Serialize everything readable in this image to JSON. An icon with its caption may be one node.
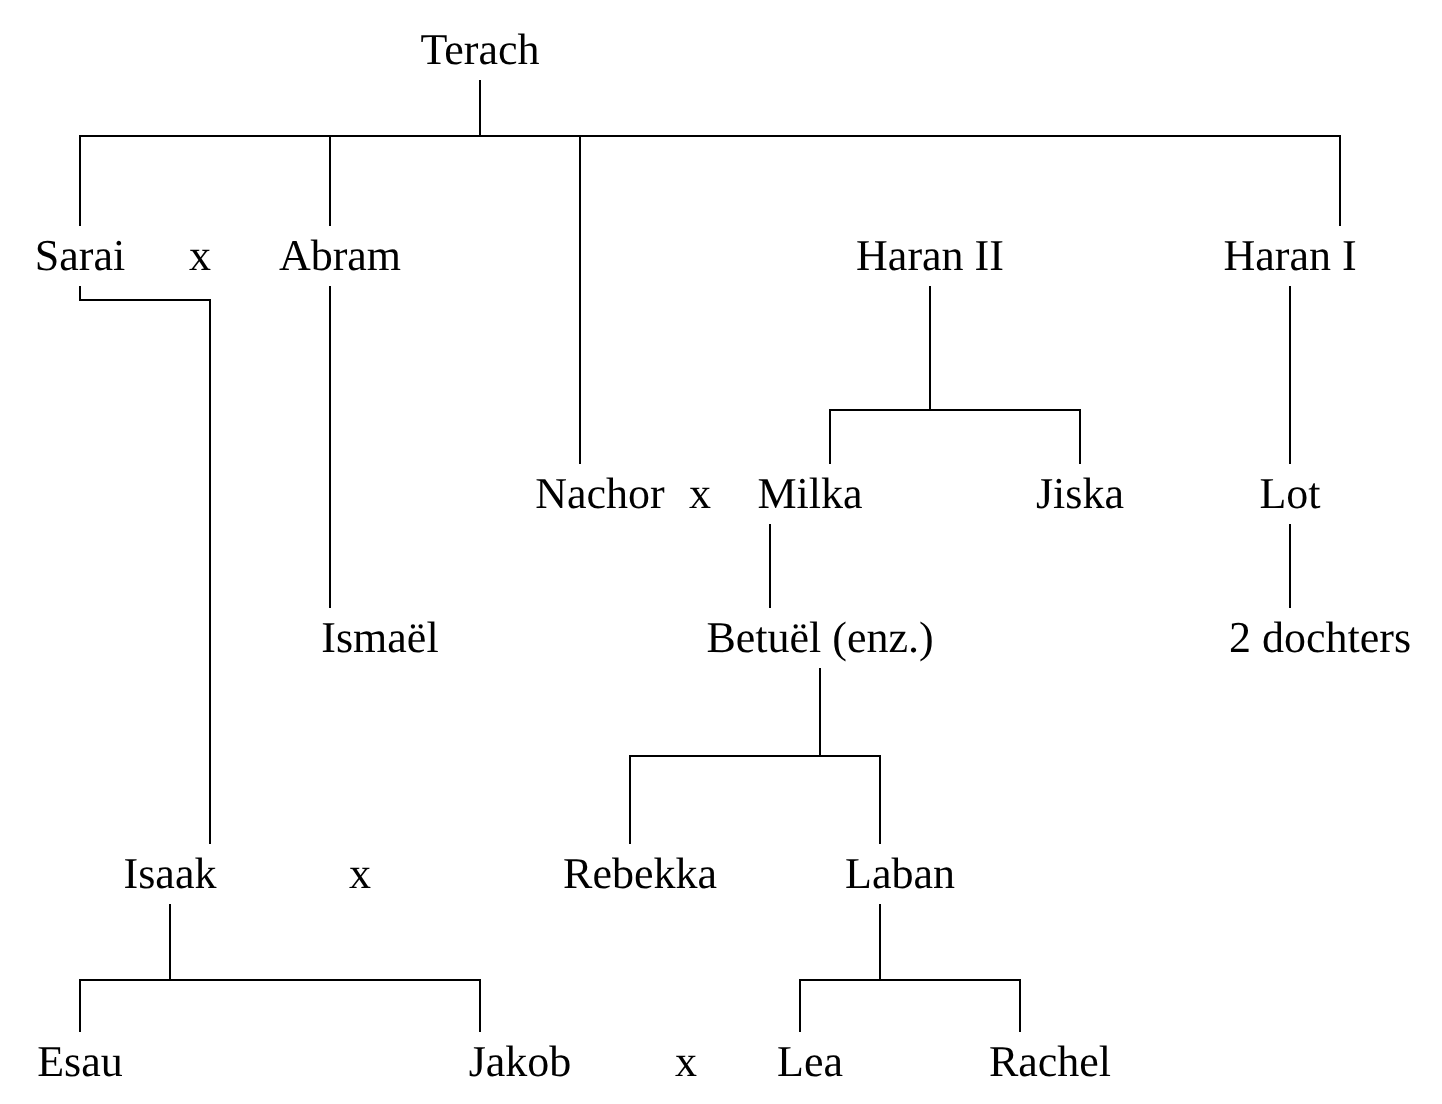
{
  "diagram": {
    "nodes": [
      {
        "text": [
          "Terach"
        ]
      },
      {
        "text": [
          "Sarai"
        ]
      },
      {
        "text": [
          "Abram"
        ]
      },
      {
        "text": [
          "Haran II"
        ]
      },
      {
        "text": [
          "Haran I"
        ]
      },
      {
        "text": [
          "Nachor"
        ]
      },
      {
        "text": [
          "Milka"
        ]
      },
      {
        "text": [
          "Jiska"
        ]
      },
      {
        "text": [
          "Lot"
        ]
      },
      {
        "text": [
          "Ismaël"
        ]
      },
      {
        "text": [
          "Betuël (enz.)"
        ]
      },
      {
        "text": [
          "2 dochters"
        ]
      },
      {
        "text": [
          "Isaak"
        ]
      },
      {
        "text": [
          "Rebekka"
        ]
      },
      {
        "text": [
          "Laban"
        ]
      },
      {
        "text": [
          "Esau"
        ]
      },
      {
        "text": [
          "Jakob"
        ]
      },
      {
        "text": [
          "Lea"
        ]
      },
      {
        "text": [
          "Rachel"
        ]
      }
    ],
    "edges": [
      {
        "from": 0,
        "to": 1,
        "arrow": "none"
      },
      {
        "from": 0,
        "to": 2,
        "arrow": "none"
      },
      {
        "from": 0,
        "to": 5,
        "arrow": "none"
      },
      {
        "from": 0,
        "to": 4,
        "arrow": "none"
      },
      {
        "from": 1,
        "to": 12,
        "arrow": "none"
      },
      {
        "from": 2,
        "to": 9,
        "arrow": "none"
      },
      {
        "from": 3,
        "to": 6,
        "arrow": "none"
      },
      {
        "from": 3,
        "to": 7,
        "arrow": "none"
      },
      {
        "from": 4,
        "to": 8,
        "arrow": "none"
      },
      {
        "from": 8,
        "to": 11,
        "arrow": "none"
      },
      {
        "from": 6,
        "to": 10,
        "arrow": "none"
      },
      {
        "from": 10,
        "to": 13,
        "arrow": "none"
      },
      {
        "from": 10,
        "to": 14,
        "arrow": "none"
      },
      {
        "from": 12,
        "to": 15,
        "arrow": "none"
      },
      {
        "from": 12,
        "to": 16,
        "arrow": "none"
      },
      {
        "from": 14,
        "to": 17,
        "arrow": "none"
      },
      {
        "from": 14,
        "to": 18,
        "arrow": "none"
      }
    ],
    "labels": [
      "x",
      "x",
      "x",
      "x"
    ]
  }
}
